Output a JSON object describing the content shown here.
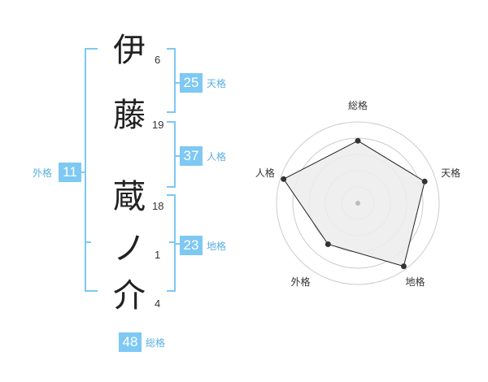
{
  "name_chars": [
    {
      "char": "伊",
      "strokes": "6"
    },
    {
      "char": "藤",
      "strokes": "19"
    },
    {
      "char": "蔵",
      "strokes": "18"
    },
    {
      "char": "ノ",
      "strokes": "1"
    },
    {
      "char": "介",
      "strokes": "4"
    }
  ],
  "kaku": {
    "tenkaku": {
      "value": "25",
      "label": "天格"
    },
    "jinkaku": {
      "value": "37",
      "label": "人格"
    },
    "chikaku": {
      "value": "23",
      "label": "地格"
    },
    "gaikaku": {
      "value": "11",
      "label": "外格"
    },
    "soukaku": {
      "value": "48",
      "label": "総格"
    }
  },
  "chart_data": {
    "type": "radar",
    "axes": [
      "総格",
      "天格",
      "地格",
      "外格",
      "人格"
    ],
    "values": [
      0.8,
      0.9,
      1.0,
      0.65,
      1.0
    ],
    "max": 1.0,
    "rings": 5,
    "colors": {
      "fill": "#ececec",
      "stroke": "#222222",
      "ring": "#cccccc",
      "point": "#333333",
      "center": "#bbbbbb"
    }
  },
  "colors": {
    "accent": "#7ec8f4",
    "label": "#5ab0e0",
    "bracket": "#7ec8f4"
  }
}
